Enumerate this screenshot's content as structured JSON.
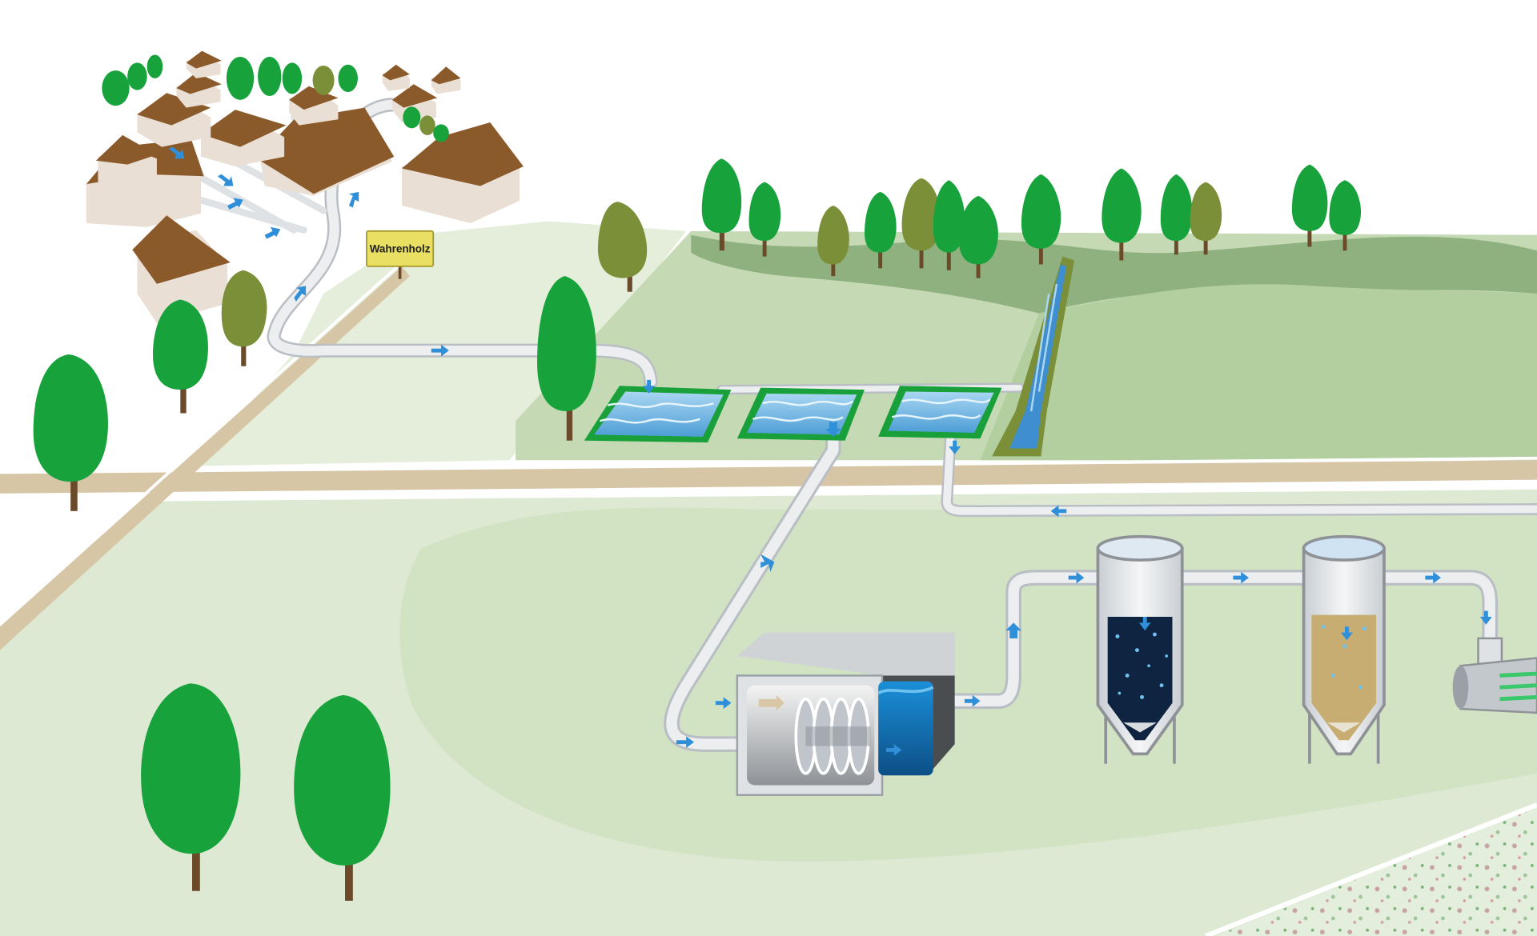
{
  "diagram": {
    "village_sign": {
      "label": "Wahrenholz"
    },
    "colors": {
      "field_light": "#e4eedb",
      "field_mid": "#d2e3c3",
      "hill": "#a9c89b",
      "hill_dark": "#8fb17f",
      "road": "#d6c6a6",
      "pipe": "#eceef0",
      "pipe_edge": "#b9bec4",
      "water": "#5aa7d8",
      "flow_arrow": "#2f8fd8",
      "tree_green": "#17a23b",
      "tree_olive": "#7a8f38",
      "trunk": "#6b4a2a",
      "roof": "#8b5a2b",
      "wall": "#eadfd5",
      "sign_fill": "#e9df62"
    },
    "components": [
      "village",
      "sewer-collector",
      "sedimentation-ponds",
      "stream",
      "drum-filter-unit",
      "activated-carbon-column",
      "sand-filter-column",
      "uv-disinfection-unit",
      "irrigated-field"
    ],
    "icons": [
      "tree-icon",
      "house-icon",
      "flow-arrow-icon"
    ]
  }
}
